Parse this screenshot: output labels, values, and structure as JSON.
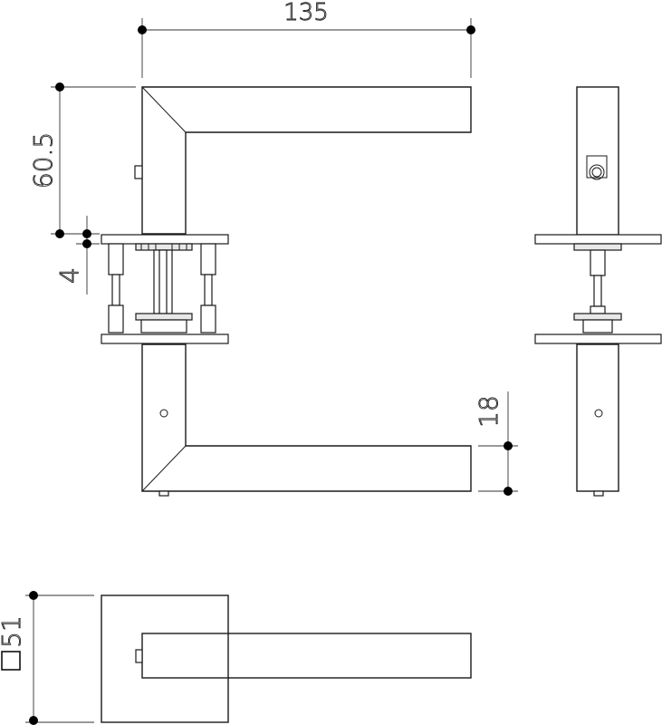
{
  "dimensions": {
    "width_label": "135",
    "height_label": "60.5",
    "rose_thickness_label": "4",
    "lever_thickness_label": "18",
    "rose_size_label": "51",
    "square_symbol": "□"
  },
  "colors": {
    "line": "#1a1a1a",
    "dot": "#000000",
    "background": "#ffffff"
  }
}
